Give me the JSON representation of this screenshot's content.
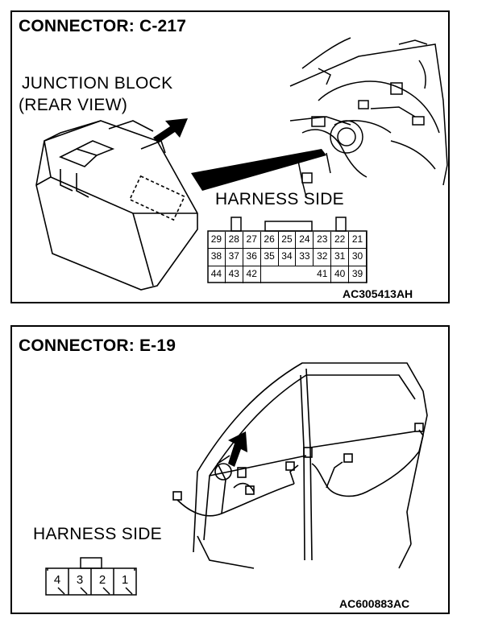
{
  "panels": [
    {
      "title": "CONNECTOR: C-217",
      "junction_label_line1": "JUNCTION BLOCK",
      "junction_label_line2": "(REAR VIEW)",
      "harness_label": "HARNESS SIDE",
      "figure_code": "AC305413AH",
      "connector_rows": [
        [
          "29",
          "28",
          "27",
          "26",
          "25",
          "24",
          "23",
          "22",
          "21"
        ],
        [
          "38",
          "37",
          "36",
          "35",
          "34",
          "33",
          "32",
          "31",
          "30"
        ],
        [
          "44",
          "43",
          "42",
          "",
          "",
          "",
          "41",
          "40",
          "39"
        ]
      ]
    },
    {
      "title": "CONNECTOR: E-19",
      "harness_label": "HARNESS SIDE",
      "figure_code": "AC600883AC",
      "connector_pins": [
        "4",
        "3",
        "2",
        "1"
      ]
    }
  ]
}
